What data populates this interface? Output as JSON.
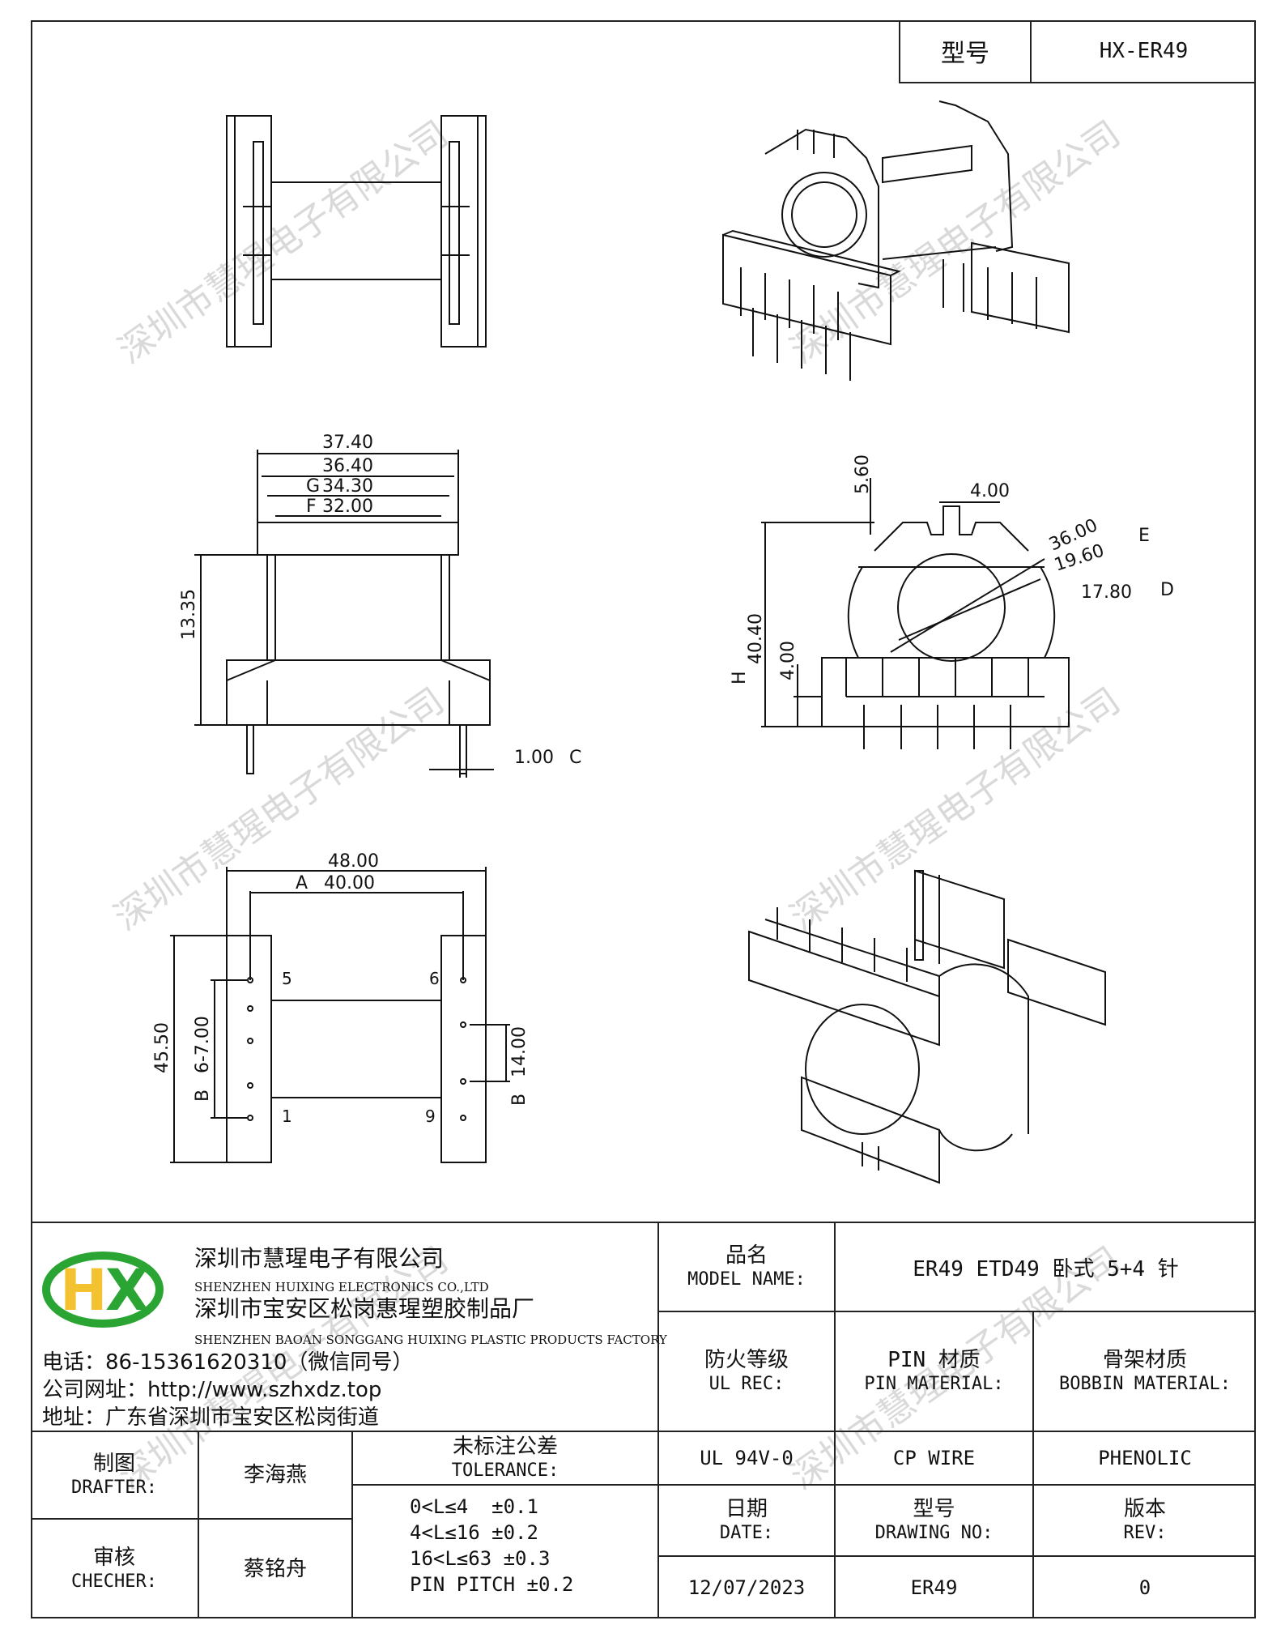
{
  "header": {
    "model_label": "型号",
    "model_value": "HX-ER49"
  },
  "watermark": "深圳市慧瑆电子有限公司",
  "dimensions": {
    "side_view": {
      "w1": "37.40",
      "w2": "36.40",
      "w3": "34.30",
      "w3_mark": "G",
      "w4": "32.00",
      "w4_mark": "F",
      "h": "13.35",
      "pin_dia": "1.00",
      "pin_dia_mark": "C"
    },
    "front_view": {
      "slot_h": "5.60",
      "slot_w": "4.00",
      "d1": "36.00",
      "d1_mark": "E",
      "d2": "19.60",
      "d3": "17.80",
      "d3_mark": "D",
      "height": "40.40",
      "height_mark": "H",
      "base": "4.00"
    },
    "bottom_view": {
      "w1": "48.00",
      "w2": "40.00",
      "w2_mark": "A",
      "h": "45.50",
      "pitch": "6-7.00",
      "pitch_mark": "B",
      "right": "14.00",
      "right_mark": "B",
      "pins": [
        "5",
        "6",
        "1",
        "9"
      ]
    }
  },
  "company": {
    "name_cn": "深圳市慧瑆电子有限公司",
    "name_en": "SHENZHEN HUIXING ELECTRONICS CO.,LTD",
    "factory_cn": "深圳市宝安区松岗惠瑆塑胶制品厂",
    "factory_en": "SHENZHEN BAOAN SONGGANG HUIXING PLASTIC PRODUCTS FACTORY",
    "phone": "电话：86-15361620310（微信同号）",
    "website": "公司网址：http://www.szhxdz.top",
    "address": "地址：广东省深圳市宝安区松岗街道",
    "logo_text": "HX",
    "colors": {
      "green": "#2aa534",
      "yellow": "#f2c230"
    }
  },
  "title_block": {
    "model_name_cn": "品名",
    "model_name_en": "MODEL NAME:",
    "model_name_value": "ER49 ETD49 卧式 5+4 针",
    "ul_cn": "防火等级",
    "ul_en": "UL REC:",
    "pin_mat_cn": "PIN 材质",
    "pin_mat_en": "PIN MATERIAL:",
    "bobbin_mat_cn": "骨架材质",
    "bobbin_mat_en": "BOBBIN MATERIAL:",
    "drafter_cn": "制图",
    "drafter_en": "DRAFTER:",
    "drafter_name": "李海燕",
    "checker_cn": "审核",
    "checker_en": "CHECHER:",
    "checker_name": "蔡铭舟",
    "tolerance_cn": "未标注公差",
    "tolerance_en": "TOLERANCE:",
    "tolerances": [
      "0<L≤4  ±0.1",
      "4<L≤16 ±0.2",
      "16<L≤63 ±0.3",
      "PIN PITCH ±0.2"
    ],
    "ul_value": "UL 94V-0",
    "pin_value": "CP WIRE",
    "bobbin_value": "PHENOLIC",
    "date_cn": "日期",
    "date_en": "DATE:",
    "drawing_cn": "型号",
    "drawing_en": "DRAWING NO:",
    "rev_cn": "版本",
    "rev_en": "REV:",
    "date_value": "12/07/2023",
    "drawing_value": "ER49",
    "rev_value": "0"
  }
}
